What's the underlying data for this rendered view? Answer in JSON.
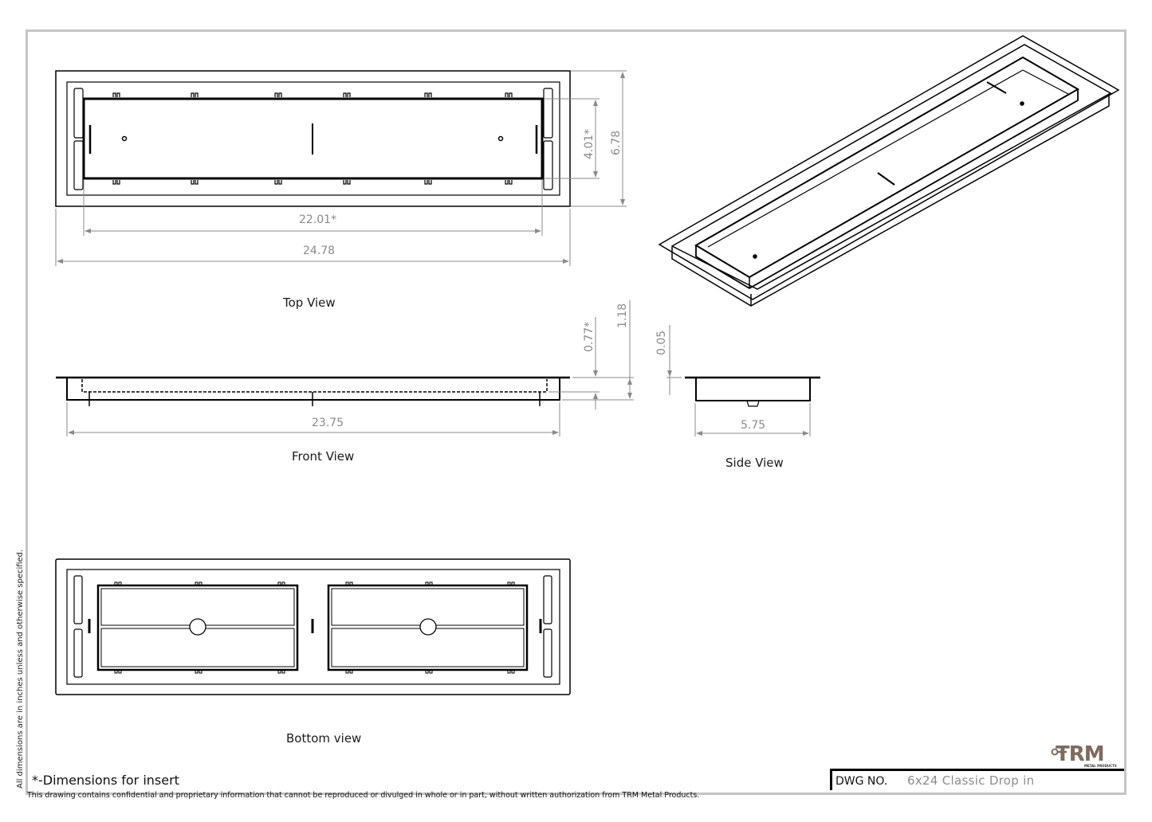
{
  "drawing": {
    "title_block": {
      "dwg_no_label": "DWG NO.",
      "dwg_no_value": "6x24 Classic Drop in"
    },
    "company": {
      "logo_text": "TRM",
      "logo_subtext": "METAL PRODUCTS",
      "logo_color": "#7d6a60",
      "logo_accent": "#d9232e"
    },
    "notes": {
      "units": "All dimensions are in inches unless and otherwise specified.",
      "insert": "*-Dimensions for insert",
      "confidentiality": "This drawing contains confidential and proprietary information that cannot be reproduced or divulged in whole or in part, without written authorization from TRM Metal Products."
    },
    "views": {
      "top": {
        "label": "Top View",
        "dims": {
          "overall_length": "24.78",
          "insert_length": "22.01*",
          "overall_width": "6.78",
          "insert_width": "4.01*"
        }
      },
      "front": {
        "label": "Front View",
        "dims": {
          "body_length": "23.75",
          "insert_depth": "0.77*",
          "overall_height": "1.18"
        }
      },
      "side": {
        "label": "Side View",
        "dims": {
          "body_width": "5.75",
          "flange_thickness": "0.05"
        }
      },
      "isometric": {
        "label": ""
      },
      "bottom": {
        "label": "Bottom view"
      }
    },
    "colors": {
      "line": "#000000",
      "dimension": "#8a8a8a",
      "frame": "#c4c4c4"
    }
  }
}
